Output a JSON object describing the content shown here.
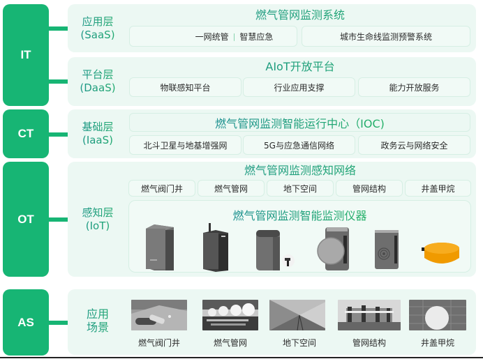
{
  "colors": {
    "tier_green": "#17b574",
    "panel_bg": "#ecf8f3",
    "box_bg": "#f1faf6",
    "box_border": "#d6efe4",
    "label_teal": "#1aa477",
    "title_gradient_start": "#1a8f8f",
    "title_gradient_end": "#22b066"
  },
  "tiers": [
    {
      "id": "IT",
      "label": "IT"
    },
    {
      "id": "CT",
      "label": "CT"
    },
    {
      "id": "OT",
      "label": "OT"
    },
    {
      "id": "AS",
      "label": "AS"
    }
  ],
  "layers": {
    "saas": {
      "name_line1": "应用层",
      "name_line2": "(SaaS)",
      "title": "燃气管网监测系统",
      "items": [
        "一网统管",
        "智慧应急",
        "城市生命线监测预警系统"
      ],
      "separator": "|"
    },
    "daas": {
      "name_line1": "平台层",
      "name_line2": "(DaaS)",
      "title": "AIoT开放平台",
      "items": [
        "物联感知平台",
        "行业应用支撑",
        "能力开放服务"
      ]
    },
    "iaas": {
      "name_line1": "基础层",
      "name_line2": "(IaaS)",
      "title": "燃气管网监测智能运行中心（IOC)",
      "items": [
        "北斗卫星与地基增强网",
        "5G与应急通信网络",
        "政务云与网络安全"
      ]
    },
    "iot": {
      "name_line1": "感知层",
      "name_line2": "(IoT)",
      "network_title": "燃气管网监测感知网络",
      "network_items": [
        "燃气阀门井",
        "燃气管网",
        "地下空间",
        "管网结构",
        "井盖甲烷"
      ],
      "devices_title": "燃气管网监测智能监测仪器",
      "devices": [
        {
          "icon": "gray-box-monitor-icon"
        },
        {
          "icon": "dark-box-antenna-monitor-icon"
        },
        {
          "icon": "gray-box-probe-monitor-icon"
        },
        {
          "icon": "round-sensor-monitor-icon"
        },
        {
          "icon": "nfc-sensor-monitor-icon"
        },
        {
          "icon": "orange-manhole-sensor-icon"
        }
      ]
    },
    "as": {
      "name_line1": "应用",
      "name_line2": "场景",
      "scenes": [
        {
          "caption": "燃气阀门井",
          "image": "valve-well-photo"
        },
        {
          "caption": "燃气管网",
          "image": "gas-pipeline-photo"
        },
        {
          "caption": "地下空间",
          "image": "underground-tunnel-photo"
        },
        {
          "caption": "管网结构",
          "image": "pipe-structure-photo"
        },
        {
          "caption": "井盖甲烷",
          "image": "manhole-cover-photo"
        }
      ]
    }
  }
}
